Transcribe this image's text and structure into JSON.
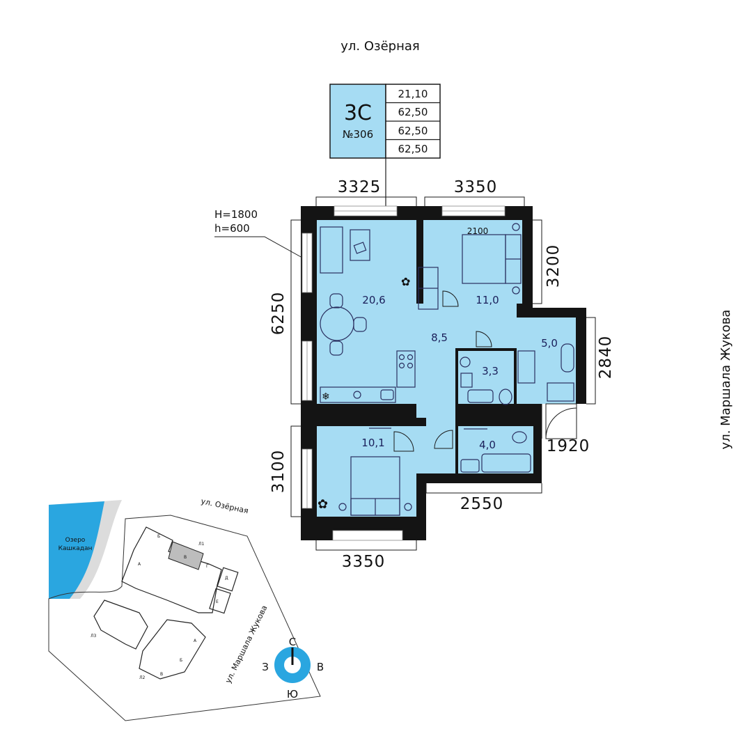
{
  "streets": {
    "top": "ул. Озёрная",
    "right": "ул. Маршала Жукова"
  },
  "apartment": {
    "type": "3С",
    "number": "№306",
    "areas": [
      "21,10",
      "62,50",
      "62,50",
      "62,50"
    ]
  },
  "window": {
    "H": "H=1800",
    "h": "h=600"
  },
  "dimensions": {
    "top_left": "3325",
    "top_right": "3350",
    "left_upper": "6250",
    "left_lower": "3100",
    "right_upper": "3200",
    "right_middle": "2840",
    "right_balcony": "1920",
    "bottom_right": "2550",
    "bottom_left": "3350",
    "bed_width": "2100"
  },
  "rooms": {
    "living": "20,6",
    "bedroom1": "11,0",
    "hall": "8,5",
    "kitchen": "5,0",
    "bath1": "3,3",
    "bedroom2": "10,1",
    "bath2": "4,0"
  },
  "site": {
    "lake": [
      "Озеро",
      "Кашкадан"
    ],
    "street_top": "ул. Озёрная",
    "street_right": "ул. Маршала Жукова",
    "blocks": [
      "Б",
      "Л1",
      "В",
      "А",
      "Г",
      "Д",
      "Е",
      "Л3",
      "А",
      "Б",
      "Л2",
      "В"
    ]
  },
  "compass": {
    "n": "С",
    "s": "Ю",
    "w": "З",
    "e": "В"
  },
  "colors": {
    "room_fill": "#a6dcf3",
    "wall": "#141414",
    "lake": "#2aa6e0",
    "compass": "#2aa6e0"
  }
}
